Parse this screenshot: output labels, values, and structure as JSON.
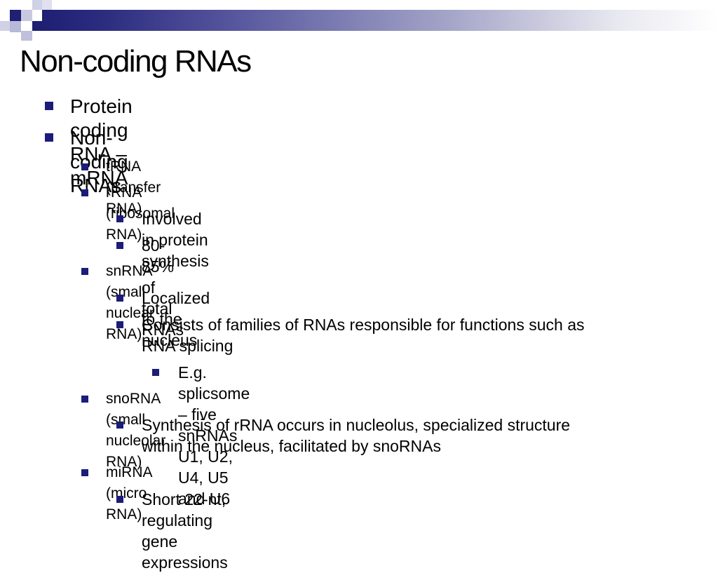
{
  "slide": {
    "title": "Non-coding RNAs",
    "bullets": [
      {
        "level": 1,
        "text": "Protein coding RNA – mRNA"
      },
      {
        "level": 1,
        "text": "Non-coding RNAs"
      },
      {
        "level": 2,
        "text": "tRNA (transfer RNA)"
      },
      {
        "level": 2,
        "text": "rRNA (ribosomal RNA)"
      },
      {
        "level": 3,
        "text": "Involved in protein synthesis"
      },
      {
        "level": 3,
        "text": "80-85% of total RNAs"
      },
      {
        "level": 2,
        "text": "snRNA (small nuclear RNA)"
      },
      {
        "level": 3,
        "text": "Localized to the nucleus"
      },
      {
        "level": 3,
        "line1": "Consists of families of RNAs responsible for functions such as",
        "line2": "RNA splicing"
      },
      {
        "level": 4,
        "text": "E.g. splicsome – five snRNAs U1, U2, U4, U5 and U6"
      },
      {
        "level": 2,
        "text": "snoRNA (small nucleolar RNA)"
      },
      {
        "level": 3,
        "line1": "Synthesis of rRNA occurs in nucleolus, specialized structure",
        "line2": "within the nucleus, facilitated by snoRNAs"
      },
      {
        "level": 2,
        "text": "miRNA (micro RNA)"
      },
      {
        "level": 3,
        "text": "Short 22-nt, regulating gene expressions"
      }
    ]
  },
  "colors": {
    "bullet": "#1c1c7a",
    "header_dark": "#1f1f73",
    "square_light": "#b8b8d8"
  }
}
